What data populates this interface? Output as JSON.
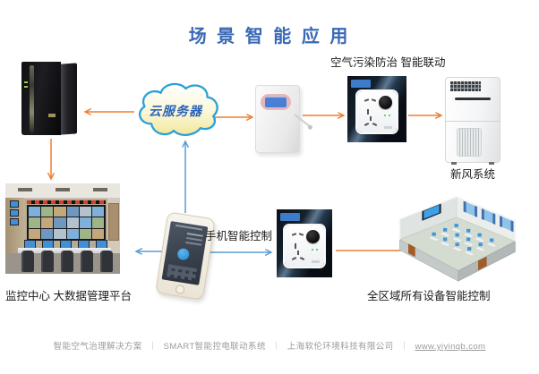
{
  "title": "场 景 智 能 应 用",
  "labels": {
    "air_pollution": "空气污染防治 智能联动",
    "cloud_server": "云服务器",
    "fresh_air": "新风系统",
    "monitor_center": "监控中心 大数据管理平台",
    "phone_control": "手机智能控制",
    "all_area": "全区域所有设备智能控制"
  },
  "footer": {
    "items": [
      "智能空气治理解决方案",
      "SMART智能控电联动系统",
      "上海软伦环境科技有限公司"
    ],
    "url": "www.yiyinqb.com",
    "separator": "｜"
  },
  "icons": {
    "server": "server-tower-icon",
    "cloud": "cloud-icon",
    "air_monitor": "air-quality-monitor-icon",
    "smart_socket": "smart-socket-icon",
    "air_purifier": "fresh-air-purifier-icon",
    "monitoring_room": "monitoring-center-photo",
    "smartphone": "smartphone-icon",
    "office_room": "office-room-3d-icon"
  },
  "colors": {
    "title_blue": "#3a68b4",
    "arrow_orange": "#ed7d31",
    "arrow_blue": "#5b9bd5",
    "cloud_stroke": "#2aa0d8",
    "cloud_fill": "#f6efae",
    "cloud_text": "#2a63b8"
  }
}
